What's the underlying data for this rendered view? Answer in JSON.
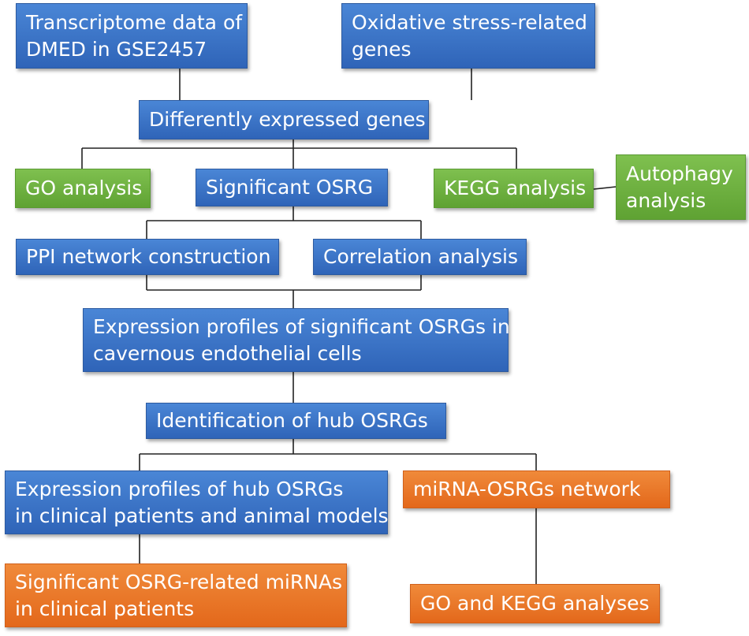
{
  "boxes": {
    "transcriptome": {
      "line1": "Transcriptome data of",
      "line2": "DMED in GSE2457",
      "color": "#3a72c8"
    },
    "oxidative": {
      "line1": "Oxidative stress-related",
      "line2": "genes",
      "color": "#3a72c8"
    },
    "deg": {
      "line1": "Differently expressed genes",
      "color": "#3a72c8"
    },
    "go": {
      "line1": "GO analysis",
      "color": "#6bb03f"
    },
    "sig_osrg": {
      "line1": "Significant OSRG",
      "color": "#3a72c8"
    },
    "kegg": {
      "line1": "KEGG analysis",
      "color": "#6bb03f"
    },
    "autophagy": {
      "line1": "Autophagy",
      "line2": "analysis",
      "color": "#6bb03f"
    },
    "ppi": {
      "line1": "PPI network construction",
      "color": "#3a72c8"
    },
    "correlation": {
      "line1": "Correlation analysis",
      "color": "#3a72c8"
    },
    "expr_profiles": {
      "line1": "Expression profiles of significant OSRGs in",
      "line2": "cavernous endothelial cells",
      "color": "#3a72c8"
    },
    "hub": {
      "line1": "Identification of hub OSRGs",
      "color": "#3a72c8"
    },
    "hub_expr": {
      "line1": "Expression profiles of hub OSRGs",
      "line2": "in clinical patients and animal models",
      "color": "#3a72c8"
    },
    "mirna_net": {
      "line1": "miRNA-OSRGs network",
      "color": "#ea7628"
    },
    "sig_mirna": {
      "line1": "Significant OSRG-related miRNAs",
      "line2": "in clinical patients",
      "color": "#ea7628"
    },
    "go_kegg": {
      "line1": "GO and KEGG analyses",
      "color": "#ea7628"
    }
  }
}
